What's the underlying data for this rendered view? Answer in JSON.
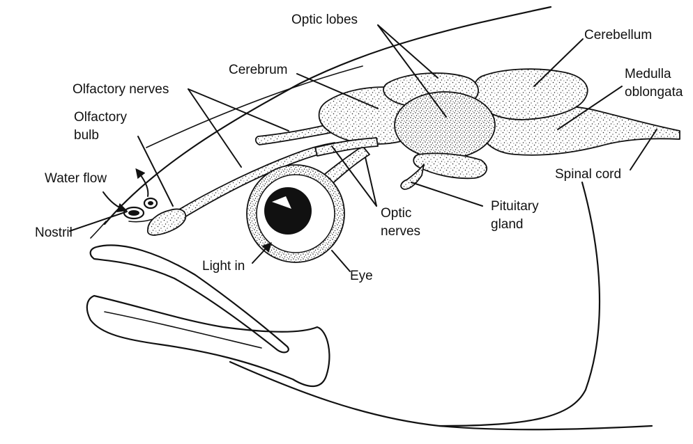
{
  "labels": {
    "optic_lobes": "Optic lobes",
    "cerebellum": "Cerebellum",
    "cerebrum": "Cerebrum",
    "medulla_line1": "Medulla",
    "medulla_line2": "oblongata",
    "olfactory_nerves": "Olfactory nerves",
    "olfactory_bulb_line1": "Olfactory",
    "olfactory_bulb_line2": "bulb",
    "water_flow": "Water flow",
    "nostril": "Nostril",
    "spinal_cord": "Spinal cord",
    "pituitary_line1": "Pituitary",
    "pituitary_line2": "gland",
    "optic_nerves_line1": "Optic",
    "optic_nerves_line2": "nerves",
    "light_in": "Light in",
    "eye": "Eye"
  },
  "colors": {
    "ink": "#111111",
    "paper": "#ffffff"
  }
}
